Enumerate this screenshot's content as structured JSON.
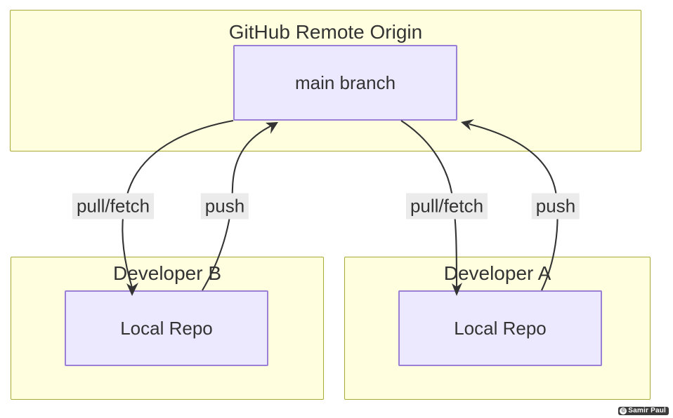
{
  "diagram": {
    "type": "flowchart",
    "title": "Git remote/local collaboration flow",
    "colors": {
      "cluster_fill": "#ffffe0",
      "cluster_border": "#aaaa33",
      "node_fill": "#ece8fd",
      "node_border": "#9a7fd6",
      "edge_stroke": "#333333",
      "edge_label_bg": "#ebebeb",
      "text": "#333333",
      "background": "#ffffff"
    },
    "clusters": [
      {
        "id": "remote",
        "title": "GitHub Remote Origin",
        "nodes": [
          {
            "id": "main",
            "label": "main branch"
          }
        ]
      },
      {
        "id": "devB",
        "title": "Developer B",
        "nodes": [
          {
            "id": "localB",
            "label": "Local Repo"
          }
        ]
      },
      {
        "id": "devA",
        "title": "Developer A",
        "nodes": [
          {
            "id": "localA",
            "label": "Local Repo"
          }
        ]
      }
    ],
    "edges": [
      {
        "id": "edge-b-pull",
        "from": "main",
        "to": "localB",
        "label": "pull/fetch"
      },
      {
        "id": "edge-b-push",
        "from": "localB",
        "to": "main",
        "label": "push"
      },
      {
        "id": "edge-a-pull",
        "from": "main",
        "to": "localA",
        "label": "pull/fetch"
      },
      {
        "id": "edge-a-push",
        "from": "localA",
        "to": "main",
        "label": "push"
      }
    ]
  },
  "watermark": {
    "mark": "copyright-icon",
    "text": "Samir Paul"
  }
}
